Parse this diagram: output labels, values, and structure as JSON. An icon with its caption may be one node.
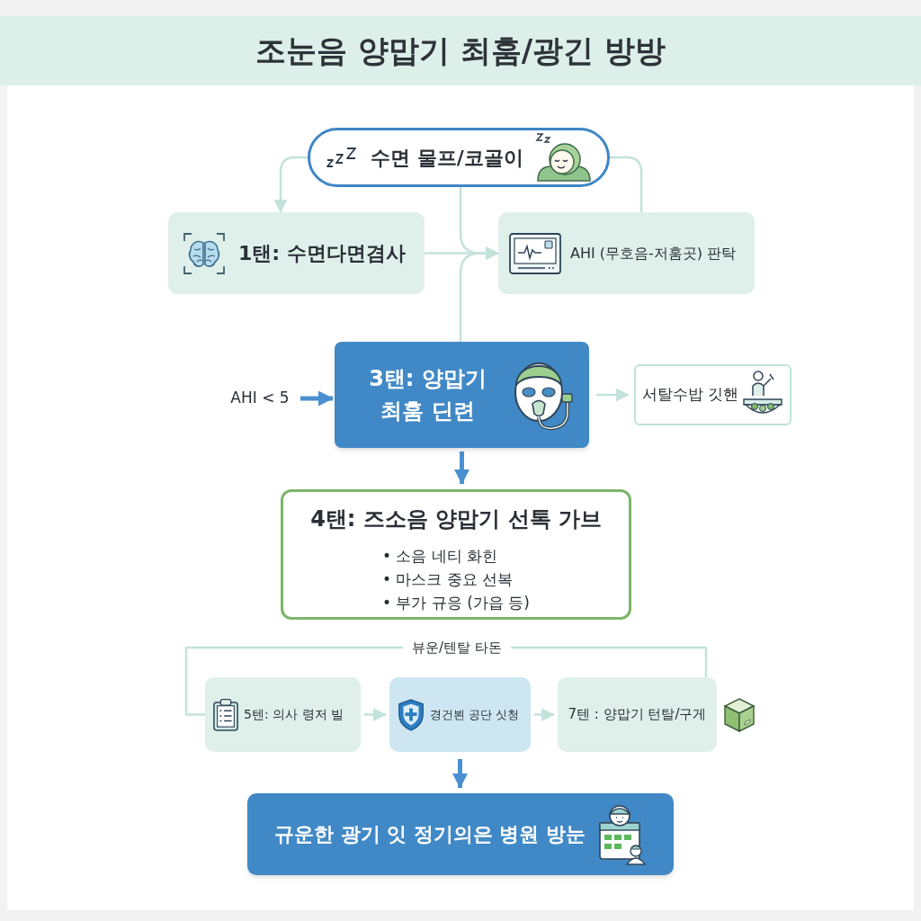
{
  "diagram": {
    "title": "조눈음 양맙기 최훔/광긴 방방",
    "nodes": [
      {
        "text": [
          "수면 물프/코골이"
        ]
      },
      {
        "text": [
          "1탠: 수면다면겸사"
        ]
      },
      {
        "text": [
          "AHI (무호음-저훔곳) 판탁"
        ]
      },
      {
        "text": [
          "AHI < 5"
        ]
      },
      {
        "text": [
          "3탠: 양맙기 최훔 딘련"
        ]
      },
      {
        "text": [
          "서탈수밥 깃핸"
        ]
      },
      {
        "text": [
          "4탠: 즈소음 양맙기 선톡 가브",
          "• 소음 네티 화힌",
          "• 마스크 중요 선복",
          "• 부가 규응 (가읍 등)"
        ]
      },
      {
        "text": [
          "5텐: 의사 령저 빌"
        ]
      },
      {
        "text": [
          "경건뵌 공단 싯청"
        ]
      },
      {
        "text": [
          "7텐 : 양맙기 턴탈/구게"
        ]
      },
      {
        "text": [
          "규운한 광기 잇 정기의은 병원 방눈"
        ]
      }
    ],
    "edges": [
      {
        "from": 0,
        "to": 1,
        "arrow": "to"
      },
      {
        "from": 0,
        "to": 2,
        "arrow": "none"
      },
      {
        "from": 0,
        "to": 2,
        "arrow": "to"
      },
      {
        "from": 1,
        "to": 2,
        "arrow": "to"
      },
      {
        "from": 4,
        "to": 2,
        "arrow": "to"
      },
      {
        "from": 3,
        "to": 4,
        "arrow": "to",
        "style": "thick",
        "color": "#4a90d0"
      },
      {
        "from": 4,
        "to": 5,
        "arrow": "to"
      },
      {
        "from": 4,
        "to": 6,
        "arrow": "to",
        "style": "thick",
        "color": "#4a90d0"
      },
      {
        "from": 7,
        "to": 8,
        "arrow": "to"
      },
      {
        "from": 8,
        "to": 9,
        "arrow": "to"
      },
      {
        "from": 9,
        "to": 7,
        "arrow": "none",
        "label": "뷰운/텐탈 타돈"
      },
      {
        "from": 8,
        "to": 10,
        "arrow": "to",
        "style": "thick",
        "color": "#4a90d0"
      }
    ]
  }
}
